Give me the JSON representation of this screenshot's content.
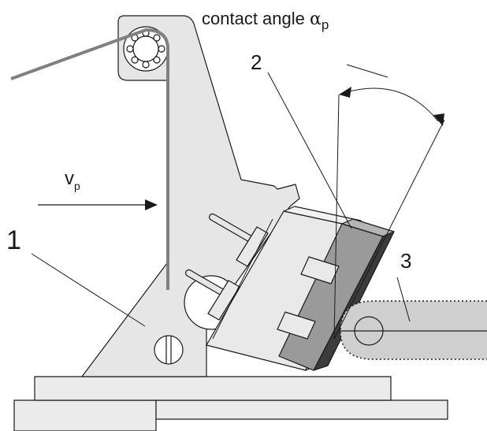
{
  "labels": {
    "contact_angle_text": "contact angle ",
    "contact_angle_symbol": "α",
    "contact_angle_sub": "p",
    "velocity_symbol": "v",
    "velocity_sub": "p",
    "part_1": "1",
    "part_2": "2",
    "part_3": "3"
  },
  "colors": {
    "frame_fill": "#e6e6e6",
    "block_fill": "#e9e9e9",
    "pad_fill": "#9a9a9a",
    "pad_dark": "#3c3c3c",
    "bar_fill": "#cfcfcf",
    "wire": "#808080",
    "outline": "#1a1a1a"
  }
}
